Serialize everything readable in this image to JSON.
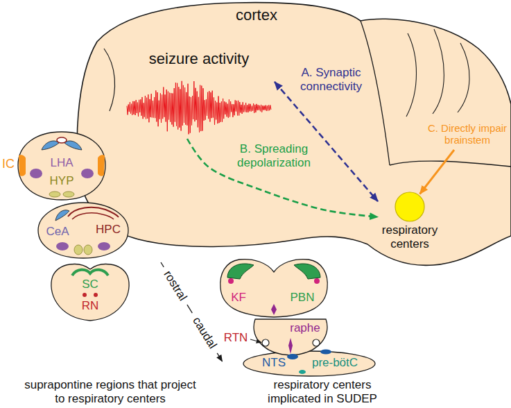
{
  "diagram": {
    "nodes": [
      {
        "text": [
          "seizure activity"
        ]
      },
      {
        "text": [
          "respiratory centers"
        ]
      }
    ],
    "edges": [
      {
        "from": 0,
        "to": 1,
        "arrow": "both",
        "label": "A. Synaptic connectivity"
      },
      {
        "from": 0,
        "to": 1,
        "arrow": "to",
        "label": "B. Spreading depolarization"
      }
    ],
    "labels": [
      "cortex",
      "C. Directly impair brainstem",
      "IC",
      "LHA",
      "HYP",
      "CeA",
      "HPC",
      "SC",
      "RN",
      "suprapontine regions that project to respiratory centers",
      "rostral",
      "caudal",
      "KF",
      "PBN",
      "raphe",
      "RTN",
      "NTS",
      "pre-bötC",
      "respiratory centers implicated in SUDEP"
    ]
  }
}
